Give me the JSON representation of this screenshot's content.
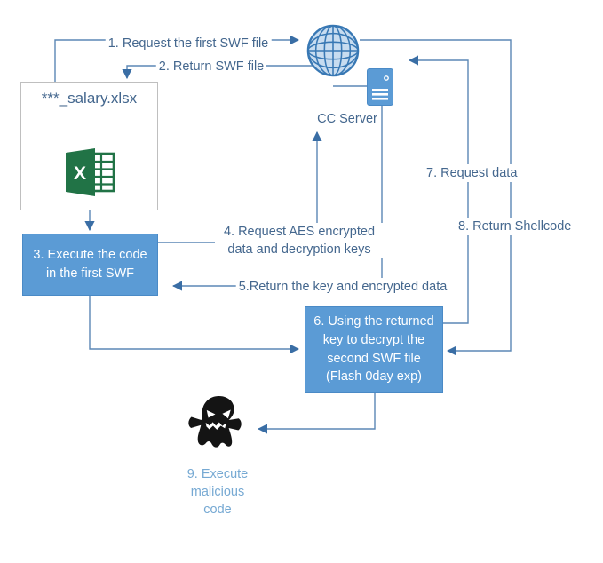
{
  "colors": {
    "box_blue": "#5B9BD5",
    "line_blue": "#5B87B5",
    "arrow_blue": "#3A6EA5",
    "label_dark": "#44678E",
    "label_light": "#76A9D3",
    "excel_green": "#217346",
    "ghost_black": "#141414",
    "box_border": "#BFBFBF"
  },
  "nodes": {
    "file_box": {
      "title": "***_salary.xlsx"
    },
    "cc_server": {
      "label": "CC Server"
    },
    "step3": {
      "label": "3. Execute the code in the first SWF"
    },
    "step6": {
      "label": "6. Using the returned key to decrypt the second SWF file (Flash 0day exp)"
    },
    "step9": {
      "label": "9. Execute malicious code"
    }
  },
  "edges": {
    "step1": {
      "label": "1. Request the first SWF file"
    },
    "step2": {
      "label": "2. Return SWF file"
    },
    "step4": {
      "label": "4. Request AES encrypted data and decryption keys"
    },
    "step5": {
      "label": "5.Return the key and encrypted data"
    },
    "step7": {
      "label": "7. Request data"
    },
    "step8": {
      "label": "8. Return Shellcode"
    }
  },
  "icons": {
    "excel_letter": "X"
  }
}
